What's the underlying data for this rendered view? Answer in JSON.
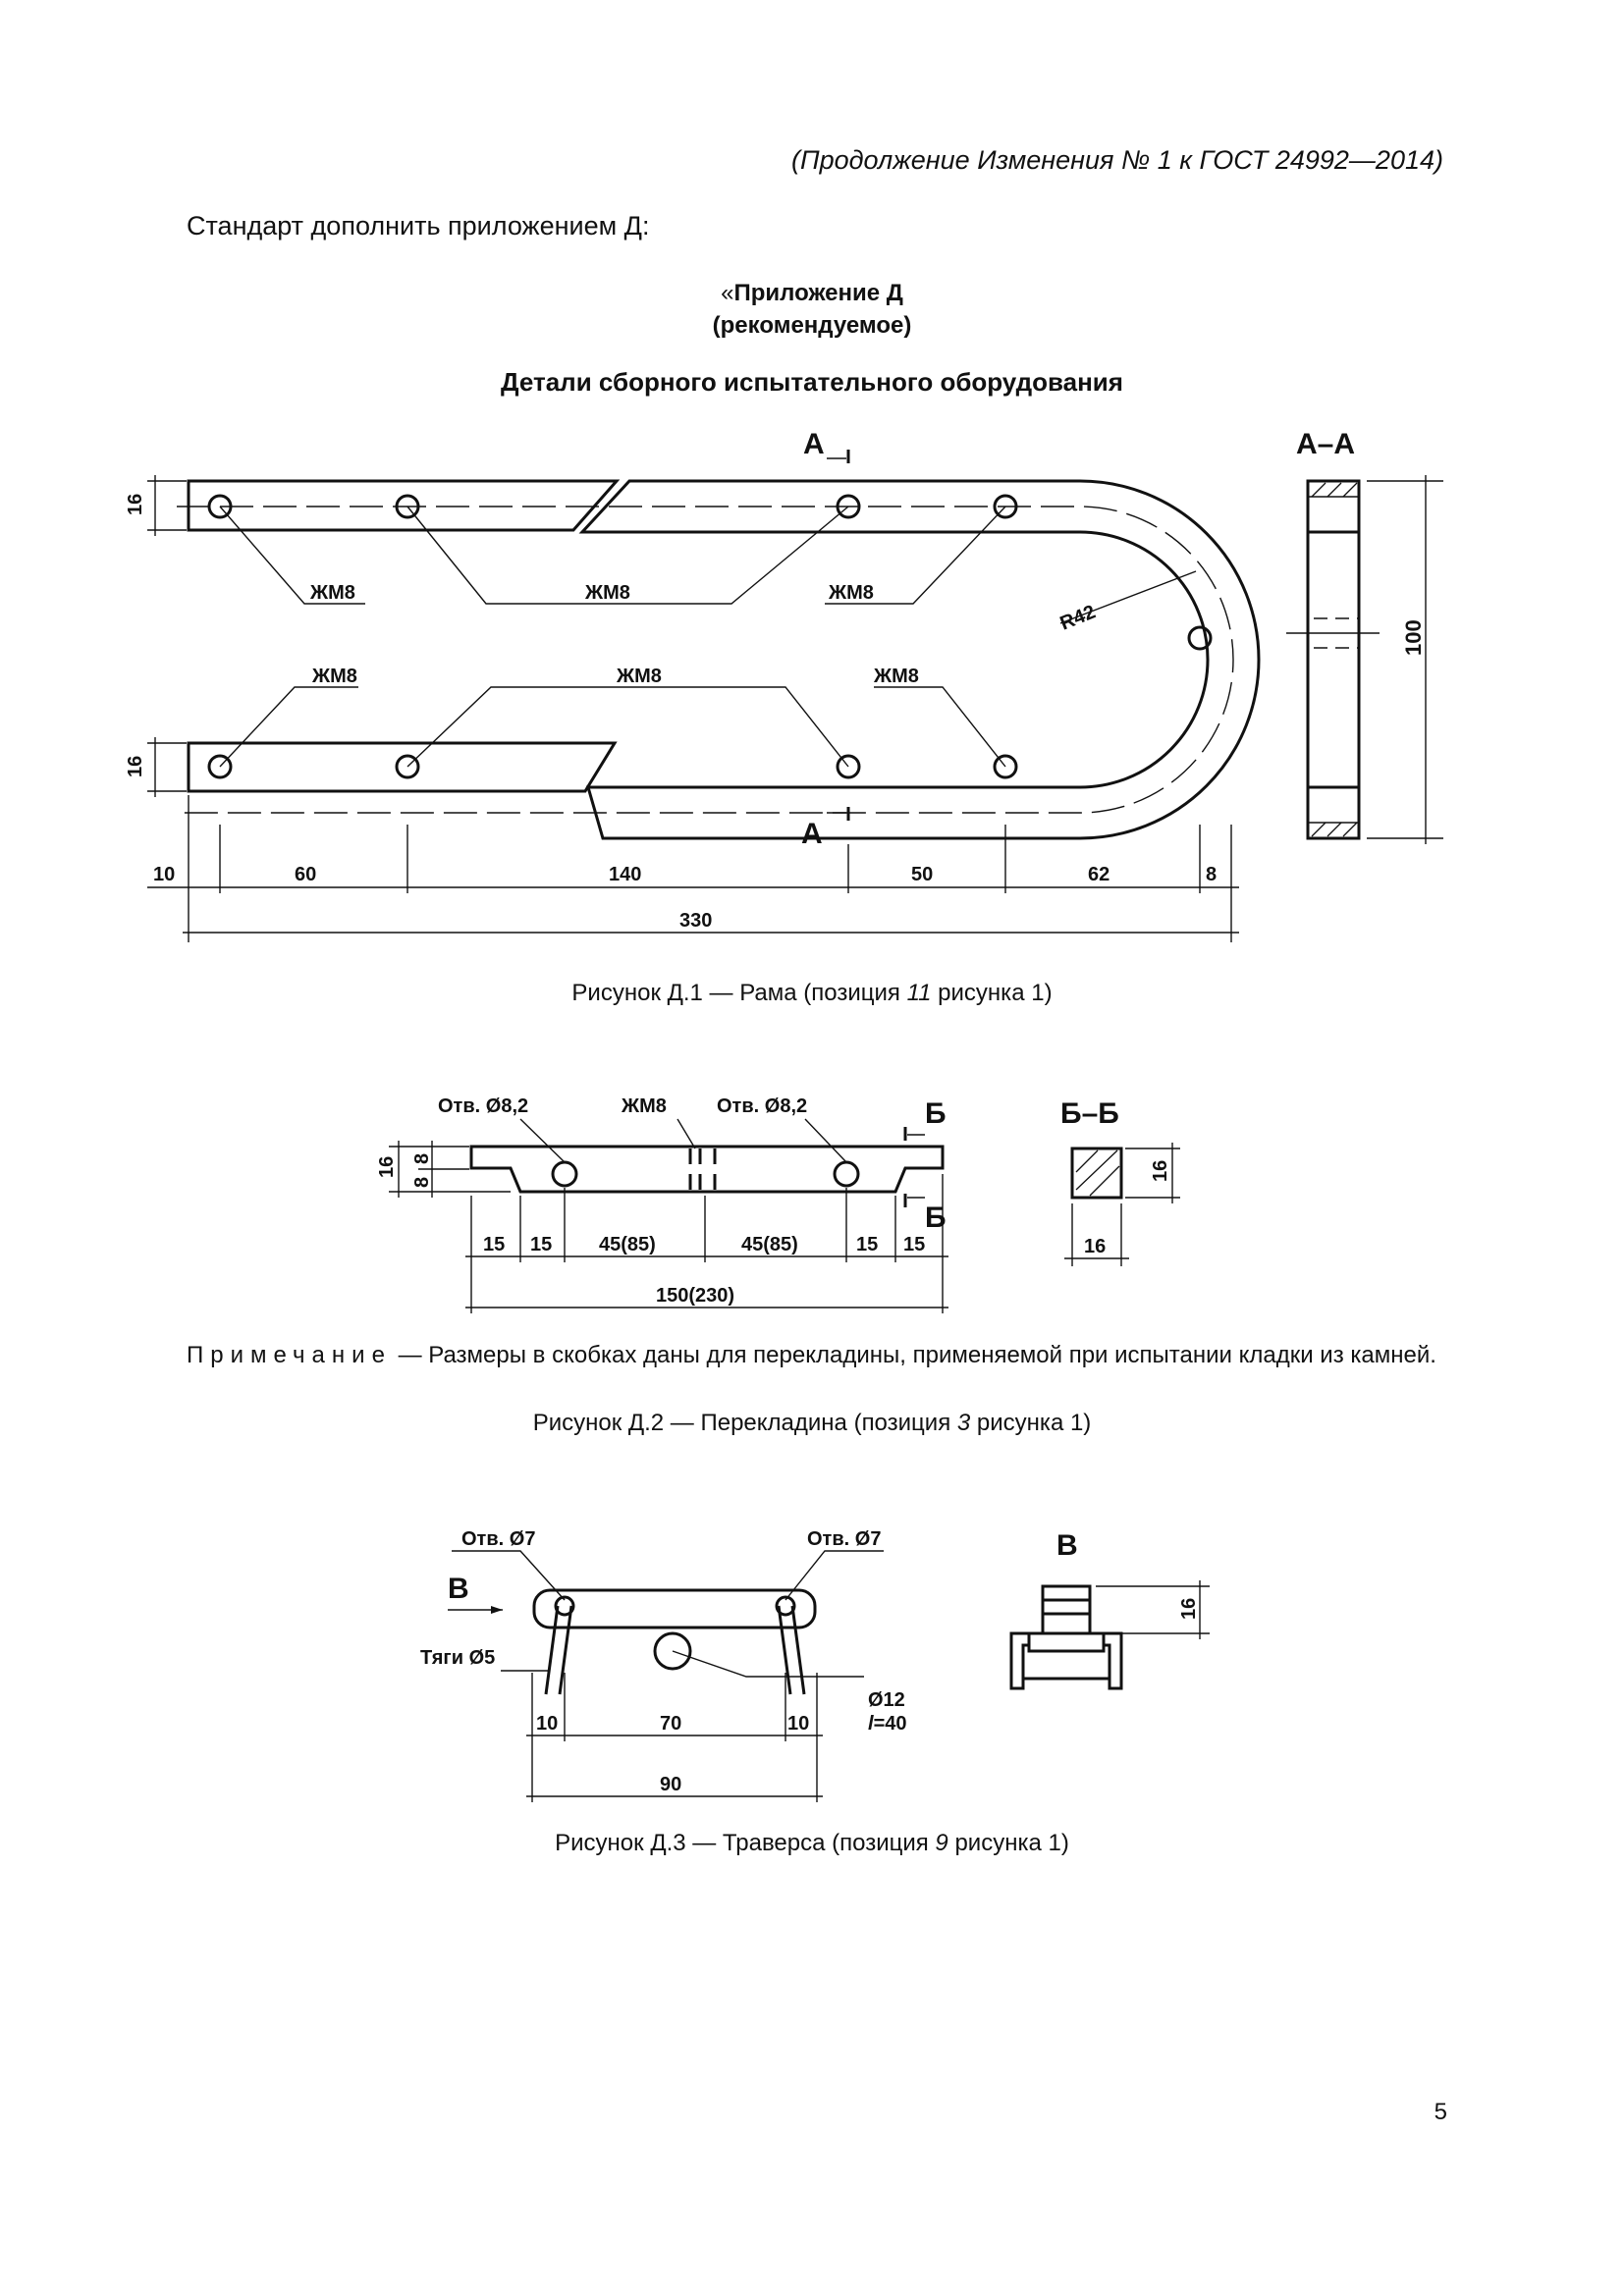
{
  "header": "(Продолжение Изменения № 1 к ГОСТ 24992—2014)",
  "intro": "Стандарт дополнить приложением Д:",
  "appendix": {
    "quote": "«",
    "title": "Приложение Д",
    "subtitle": "(рекомендуемое)"
  },
  "section_title": "Детали сборного испытательного оборудования",
  "figure1": {
    "caption_prefix": "Рисунок Д.1 — Рама (позиция ",
    "caption_num": "11",
    "caption_suffix": " рисунка 1)",
    "section_label": "А",
    "section_view_label": "А–А",
    "hole_label": "ЖМ8",
    "radius_label": "R42",
    "dim_height_16": "16",
    "dim_side_100": "100",
    "dims": [
      "10",
      "60",
      "140",
      "50",
      "62",
      "8"
    ],
    "dim_total": "330"
  },
  "figure2": {
    "caption_prefix": "Рисунок Д.2 — Перекладина (позиция ",
    "caption_num": "3",
    "caption_suffix": " рисунка 1)",
    "hole_left_label": "Отв. Ø8,2",
    "thread_label": "ЖМ8",
    "hole_right_label": "Отв. Ø8,2",
    "section_label": "Б",
    "section_view_label": "Б–Б",
    "dim_16": "16",
    "dim_8a": "8",
    "dim_8b": "8",
    "dims": [
      "15",
      "15",
      "45(85)",
      "45(85)",
      "15",
      "15"
    ],
    "dim_total": "150(230)",
    "section_dim_w": "16",
    "section_dim_h": "16"
  },
  "note": {
    "label": "Примечание",
    "text": " — Размеры в скобках даны для перекладины, применяемой при испытании кладки из камней."
  },
  "figure3": {
    "caption_prefix": "Рисунок Д.3 — Траверса (позиция ",
    "caption_num": "9",
    "caption_suffix": " рисунка 1)",
    "hole_left_label": "Отв. Ø7",
    "hole_right_label": "Отв. Ø7",
    "view_label": "В",
    "rods_label": "Тяги Ø5",
    "pin_dia_label": "Ø12",
    "pin_len_italic": "l",
    "pin_len_value": "=40",
    "dims": [
      "10",
      "70",
      "10"
    ],
    "dim_total": "90",
    "view_dim": "16"
  },
  "page_number": "5"
}
